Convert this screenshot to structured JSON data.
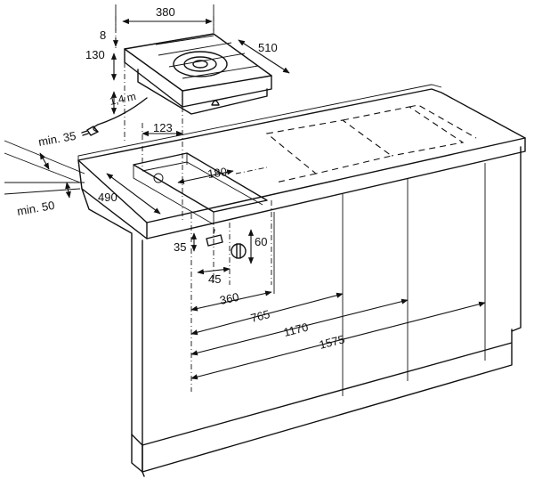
{
  "diagram": {
    "dimensions": {
      "width": "380",
      "depth": "510",
      "edge": "8",
      "height": "130",
      "cable": "1,4 m",
      "min_back": "min. 35",
      "min_front": "min. 50",
      "counter_depth": "490",
      "cutout_offset": "123",
      "cutout_width": "180",
      "gas_x": "35",
      "knob_y": "60",
      "gas_knob_gap": "45",
      "dist_1": "360",
      "dist_2": "765",
      "dist_3": "1170",
      "dist_4": "1575"
    }
  }
}
